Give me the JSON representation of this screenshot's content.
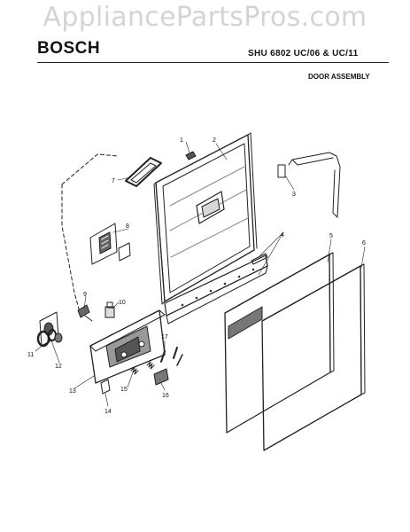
{
  "watermark": "AppliancePartsPros.com",
  "header": {
    "brand": "BOSCH",
    "model": "SHU 6802 UC/06 & UC/11",
    "section": "DOOR ASSEMBLY"
  },
  "callouts": [
    "1",
    "2",
    "3",
    "4",
    "5",
    "6",
    "7",
    "8",
    "9",
    "10",
    "11",
    "12",
    "13",
    "14",
    "15",
    "16",
    "17"
  ]
}
